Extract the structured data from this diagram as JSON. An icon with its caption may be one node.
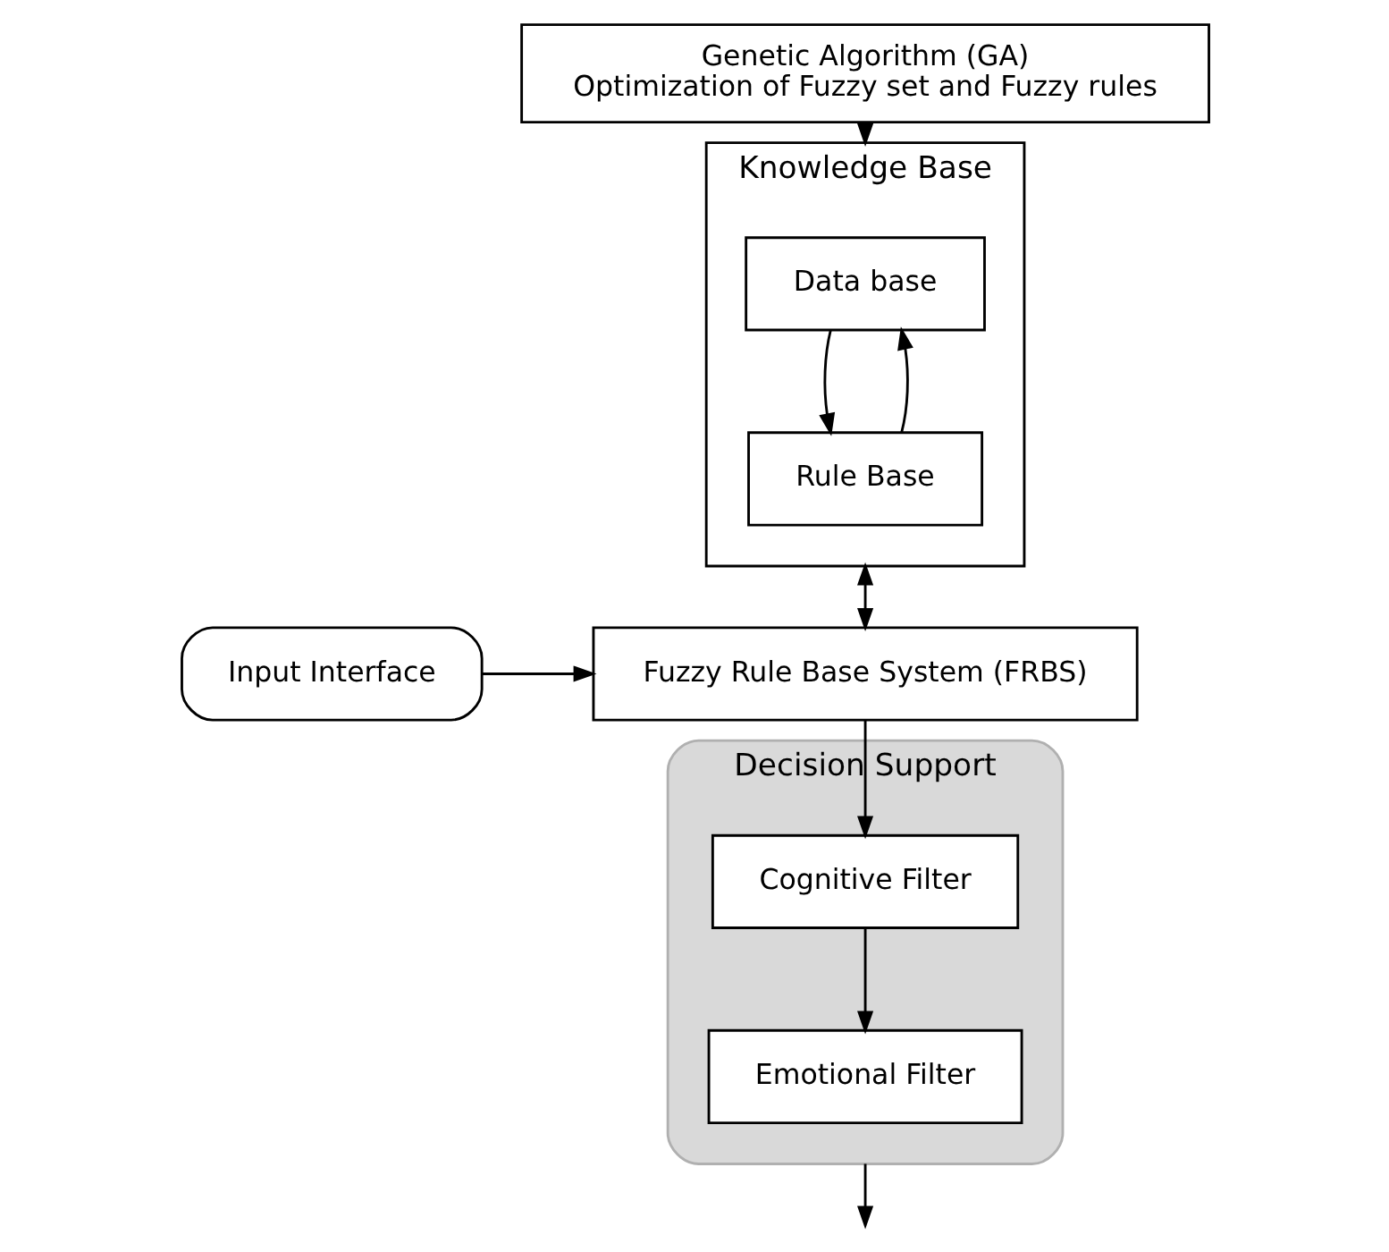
{
  "diagram": {
    "nodes": [
      {
        "text": [
          "Genetic Algorithm (GA)",
          "Optimization of Fuzzy set and Fuzzy rules"
        ]
      },
      {
        "text": [
          "Knowledge Base"
        ]
      },
      {
        "text": [
          "Data base"
        ],
        "in": 1
      },
      {
        "text": [
          "Rule Base"
        ],
        "in": 1
      },
      {
        "text": [
          "Input Interface"
        ]
      },
      {
        "text": [
          "Fuzzy Rule Base System (FRBS)"
        ]
      },
      {
        "text": [
          "Decision Support"
        ]
      },
      {
        "text": [
          "Cognitive Filter"
        ],
        "in": 6
      },
      {
        "text": [
          "Emotional Filter"
        ],
        "in": 6
      }
    ],
    "edges": [
      {
        "from": 0,
        "to": 1,
        "arrow": "to"
      },
      {
        "from": 2,
        "to": 3,
        "arrow": "to"
      },
      {
        "from": 3,
        "to": 2,
        "arrow": "to"
      },
      {
        "from": 1,
        "to": 5,
        "arrow": "both"
      },
      {
        "from": 4,
        "to": 5,
        "arrow": "to"
      },
      {
        "from": 5,
        "to": 7,
        "arrow": "to"
      },
      {
        "from": 7,
        "to": 8,
        "arrow": "to"
      },
      {
        "from": 6,
        "to": null,
        "arrow": "to"
      }
    ]
  }
}
